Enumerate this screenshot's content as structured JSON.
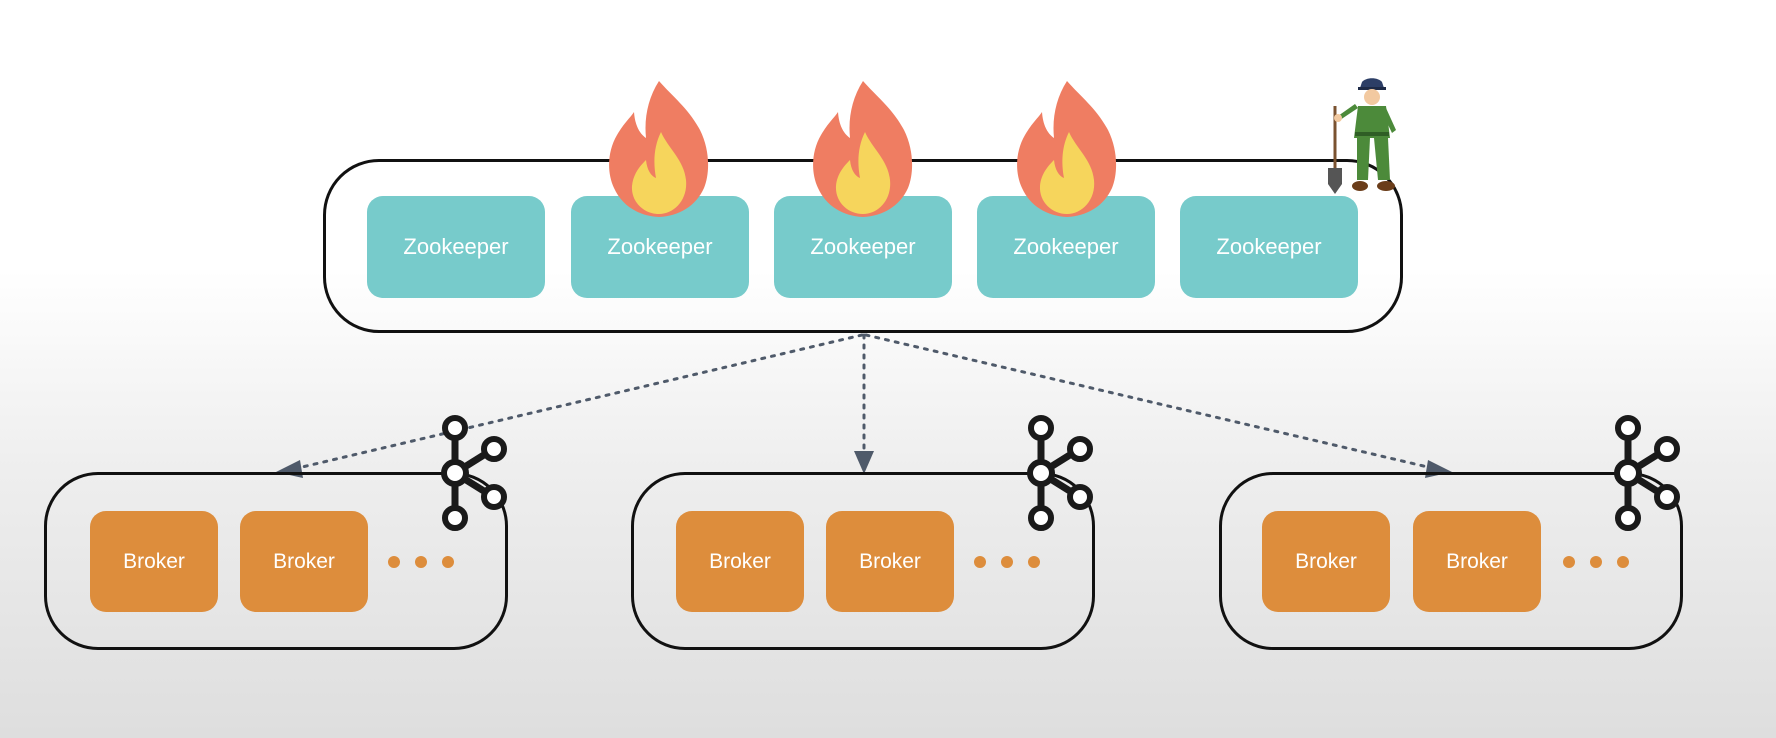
{
  "zookeeper_ensemble": {
    "nodes": [
      {
        "label": "Zookeeper",
        "on_fire": false
      },
      {
        "label": "Zookeeper",
        "on_fire": true
      },
      {
        "label": "Zookeeper",
        "on_fire": true
      },
      {
        "label": "Zookeeper",
        "on_fire": true
      },
      {
        "label": "Zookeeper",
        "on_fire": false
      }
    ],
    "worker_icon": "zookeeper-worker-icon"
  },
  "kafka_clusters": [
    {
      "brokers": [
        "Broker",
        "Broker"
      ],
      "more": "more-ellipsis-icon",
      "logo": "kafka-logo-icon"
    },
    {
      "brokers": [
        "Broker",
        "Broker"
      ],
      "more": "more-ellipsis-icon",
      "logo": "kafka-logo-icon"
    },
    {
      "brokers": [
        "Broker",
        "Broker"
      ],
      "more": "more-ellipsis-icon",
      "logo": "kafka-logo-icon"
    }
  ],
  "colors": {
    "zookeeper_node": "#77cbcb",
    "broker": "#dd8d3c",
    "outline": "#111111",
    "arrow": "#4f5a6a",
    "flame_outer": "#ef7d62",
    "flame_inner": "#f6d55c"
  }
}
